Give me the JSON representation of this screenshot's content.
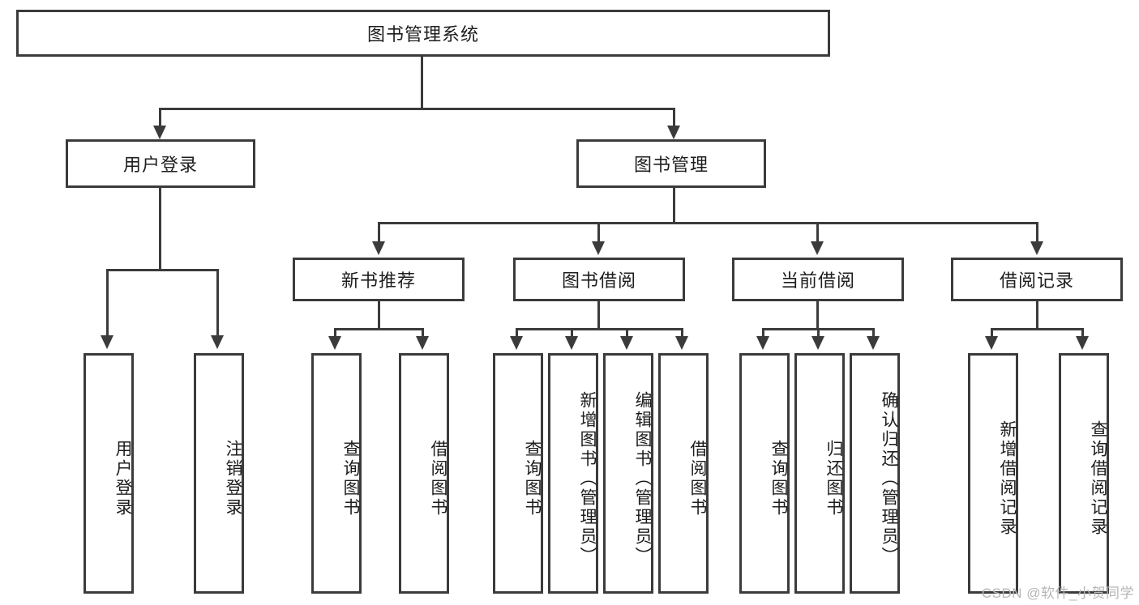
{
  "diagram": {
    "title": "图书管理系统",
    "type": "tree-hierarchy-chart",
    "root": {
      "label": "图书管理系统"
    },
    "level2": [
      {
        "label": "用户登录"
      },
      {
        "label": "图书管理"
      }
    ],
    "level3": [
      {
        "label": "新书推荐"
      },
      {
        "label": "图书借阅"
      },
      {
        "label": "当前借阅"
      },
      {
        "label": "借阅记录"
      }
    ],
    "leaves": {
      "user_login": [
        {
          "label": "用户登录"
        },
        {
          "label": "注销登录"
        }
      ],
      "new_book_recommend": [
        {
          "label": "查询图书"
        },
        {
          "label": "借阅图书"
        }
      ],
      "book_borrow": [
        {
          "label": "查询图书"
        },
        {
          "label": "新增图书（管理员）"
        },
        {
          "label": "编辑图书（管理员）"
        },
        {
          "label": "借阅图书"
        }
      ],
      "current_borrow": [
        {
          "label": "查询图书"
        },
        {
          "label": "归还图书"
        },
        {
          "label": "确认归还（管理员）"
        }
      ],
      "borrow_record": [
        {
          "label": "新增借阅记录"
        },
        {
          "label": "查询借阅记录"
        }
      ]
    }
  },
  "watermark": {
    "text": "CSDN @软件_小贺同学"
  },
  "colors": {
    "stroke": "#3b3b3b",
    "background": "#ffffff",
    "text": "#1d1d1d",
    "watermark": "#b6b6b6"
  }
}
